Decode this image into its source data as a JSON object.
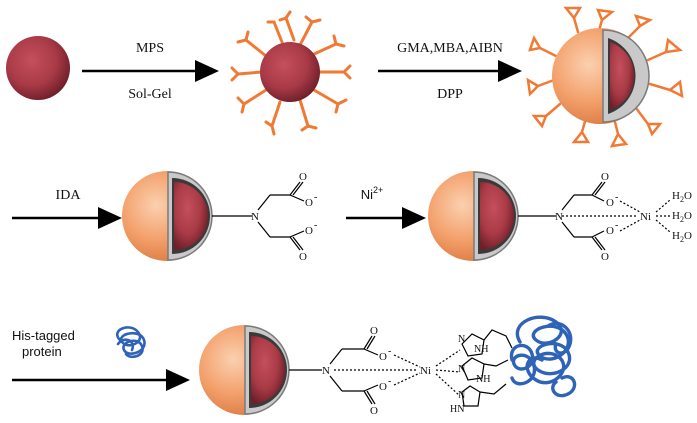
{
  "colors": {
    "core": "#a83a46",
    "core_dark": "#6e1f2a",
    "shell": "#f3a06b",
    "shell_light": "#f9c7a3",
    "ligand": "#f07a33",
    "protein": "#2e63b8",
    "arrow": "#000000"
  },
  "steps": {
    "step1": {
      "top": "MPS",
      "bottom": "Sol-Gel"
    },
    "step2": {
      "top": "GMA,MBA,AIBN",
      "bottom": "DPP"
    },
    "step3": {
      "top": "IDA"
    },
    "step4": {
      "top": "Ni",
      "top_sup": "2+"
    },
    "step5": {
      "top_line1": "His-tagged",
      "top_line2": "protein"
    }
  },
  "chem": {
    "O": "O",
    "O_minus": "O",
    "minus": "-",
    "N": "N",
    "Ni": "Ni",
    "H2O": "H",
    "H2O_sub": "2",
    "H2O_O": "O",
    "NH": "NH",
    "HN": "HN",
    "N_ring": "N"
  }
}
